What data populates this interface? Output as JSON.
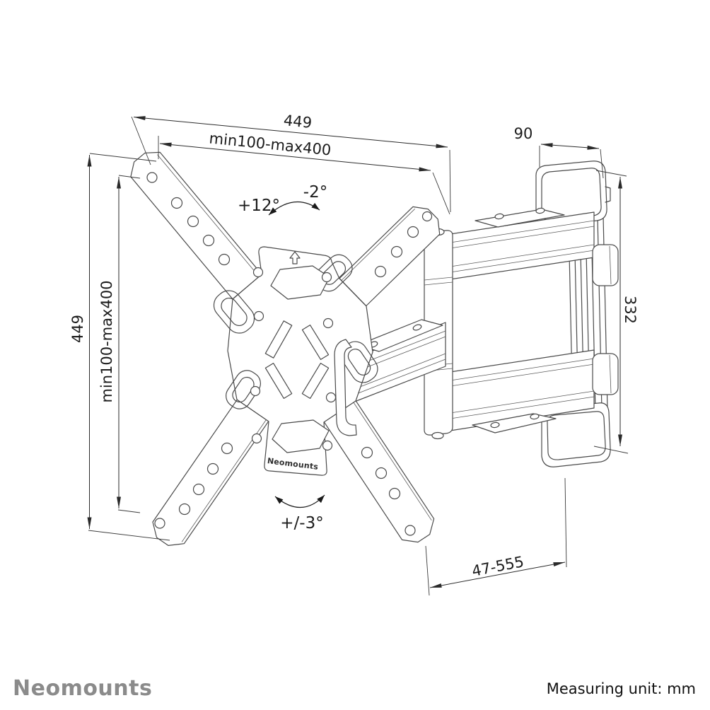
{
  "branding": {
    "logo_text": "Neomounts",
    "logo_color": "#8b8b8b",
    "plate_label": "Neomounts"
  },
  "footer": {
    "measuring_unit": "Measuring unit: mm"
  },
  "dimensions": {
    "top_width": "449",
    "top_vesa_range": "min100-max400",
    "left_height": "449",
    "left_vesa_range": "min100-max400",
    "wall_bracket_width": "90",
    "wall_bracket_height": "332",
    "extension_range": "47-555",
    "tilt_up": "+12°",
    "tilt_down": "-2°",
    "swivel_level": "+/-3°"
  },
  "diagram": {
    "subject": "full-motion TV wall mount: VESA X-plate, articulated arm, wall bracket",
    "line_color": "#4a4a4a",
    "dimension_color": "#2a2a2a",
    "background": "#ffffff"
  }
}
